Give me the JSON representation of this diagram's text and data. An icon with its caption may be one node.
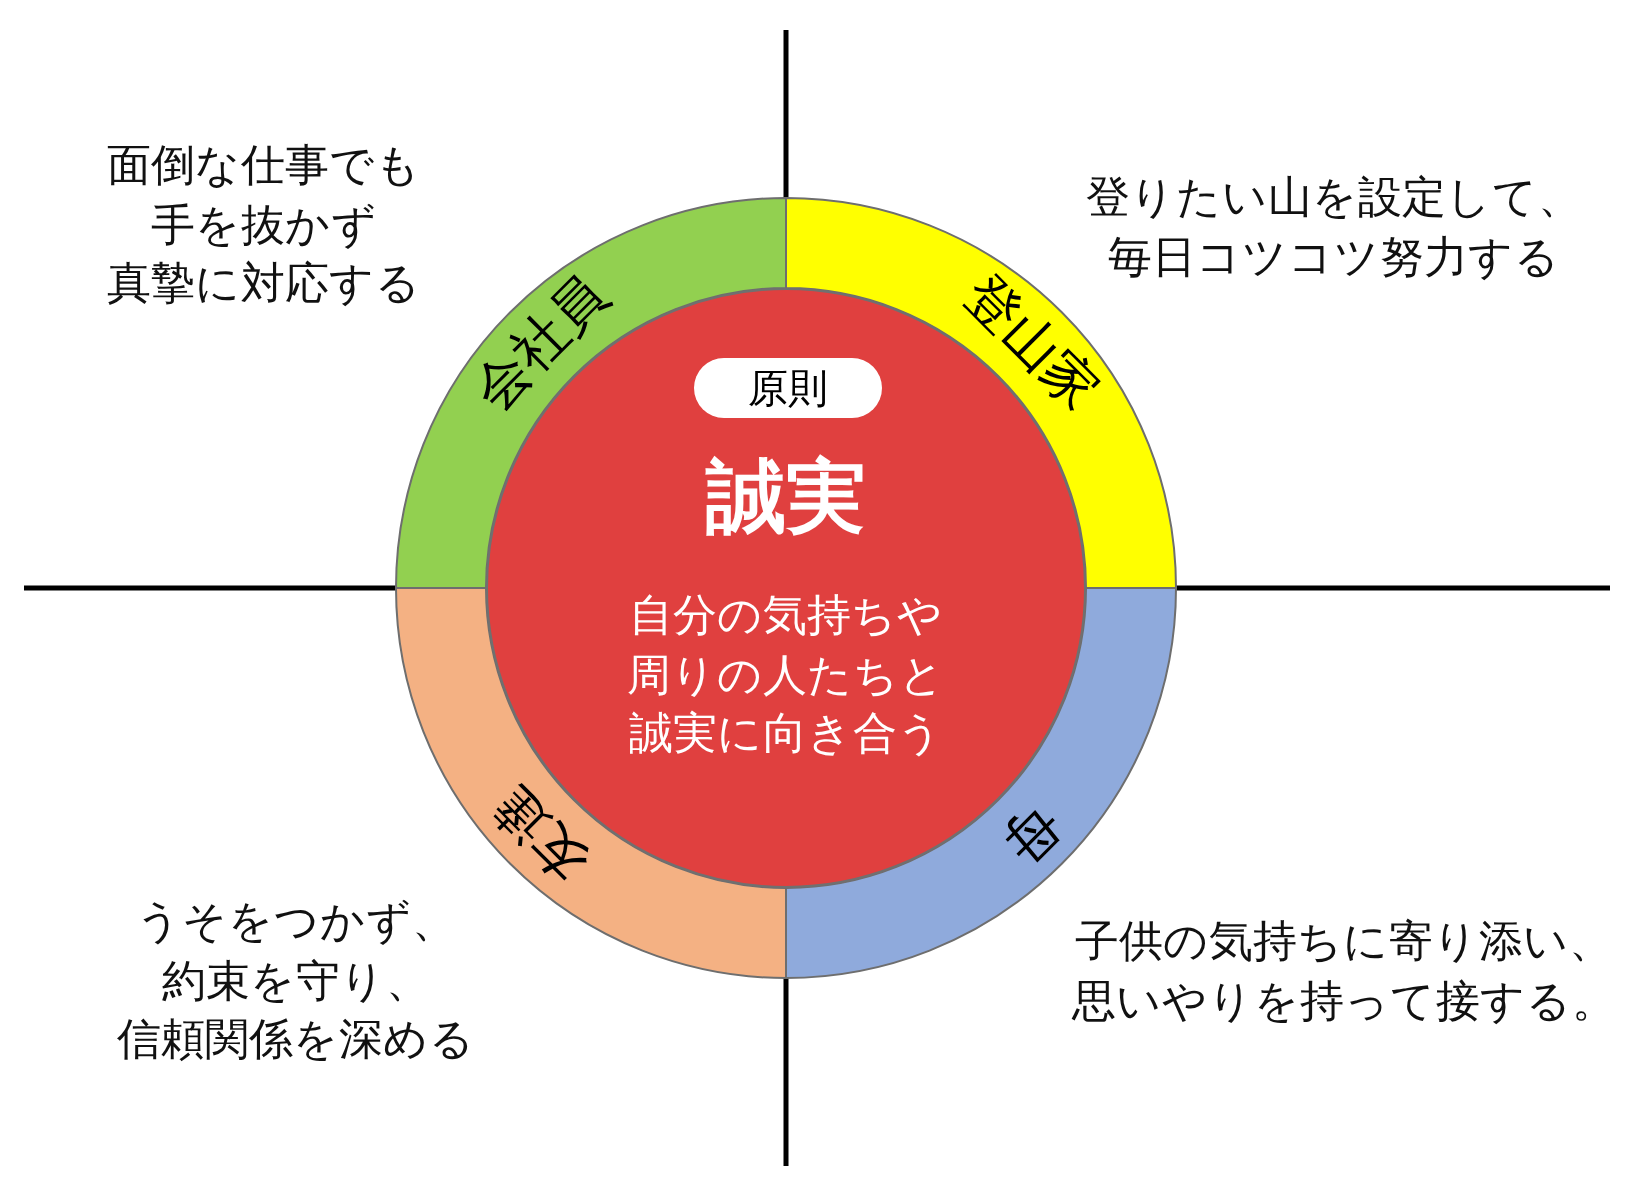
{
  "diagram": {
    "nodes": [
      {
        "text": [
          "誠実",
          "自分の気持ちや周りの人たちと誠実に向き合う"
        ]
      },
      {
        "text": [
          "原則"
        ],
        "in": 0
      },
      {
        "text": [
          "会社員"
        ],
        "beside": [
          "面倒な仕事でも手を抜かず真摯に対応する"
        ]
      },
      {
        "text": [
          "登山家"
        ],
        "beside": [
          "登りたい山を設定して、毎日コツコツ努力する"
        ]
      },
      {
        "text": [
          "友達"
        ],
        "beside": [
          "うそをつかず、約束を守り、信頼関係を深める"
        ]
      },
      {
        "text": [
          "母"
        ],
        "beside": [
          "子供の気持ちに寄り添い、思いやりを持って接する。"
        ]
      }
    ]
  }
}
